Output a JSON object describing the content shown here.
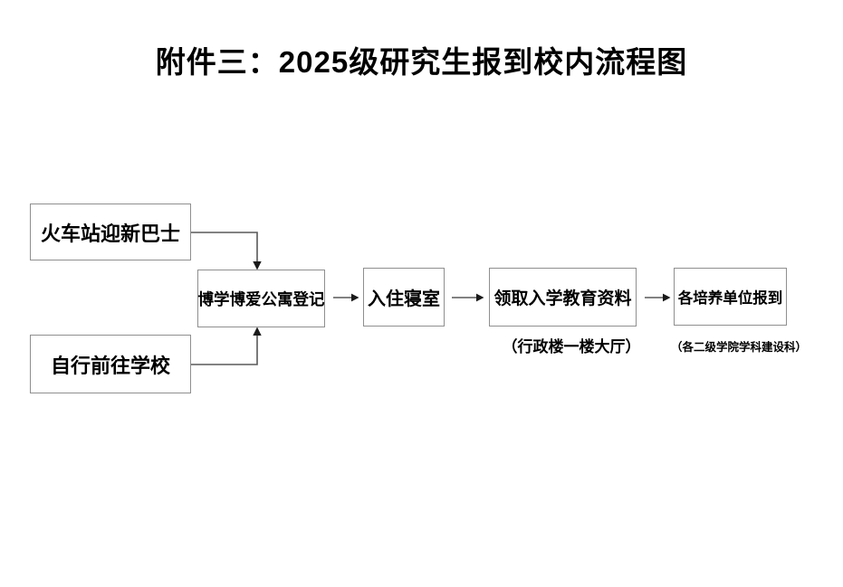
{
  "title": "附件三：2025级研究生报到校内流程图",
  "flowchart": {
    "nodes": [
      {
        "id": "train-shuttle",
        "label": "火车站迎新巴士"
      },
      {
        "id": "self-arrival",
        "label": "自行前往学校"
      },
      {
        "id": "apartment-registration",
        "label": "博学博爱公寓登记"
      },
      {
        "id": "dorm-check-in",
        "label": "入住寝室"
      },
      {
        "id": "education-materials",
        "label": "领取入学教育资料",
        "note": "（行政楼一楼大厅）"
      },
      {
        "id": "unit-report",
        "label": "各培养单位报到",
        "note": "（各二级学院学科建设科）"
      }
    ],
    "edges": [
      {
        "from": "train-shuttle",
        "to": "apartment-registration"
      },
      {
        "from": "self-arrival",
        "to": "apartment-registration"
      },
      {
        "from": "apartment-registration",
        "to": "dorm-check-in"
      },
      {
        "from": "dorm-check-in",
        "to": "education-materials"
      },
      {
        "from": "education-materials",
        "to": "unit-report"
      }
    ],
    "colors": {
      "background": "#ffffff",
      "text": "#000000",
      "box_border": "#8f8f8f",
      "connector_line": "#595959",
      "arrowhead": "#1a1a1a"
    }
  }
}
